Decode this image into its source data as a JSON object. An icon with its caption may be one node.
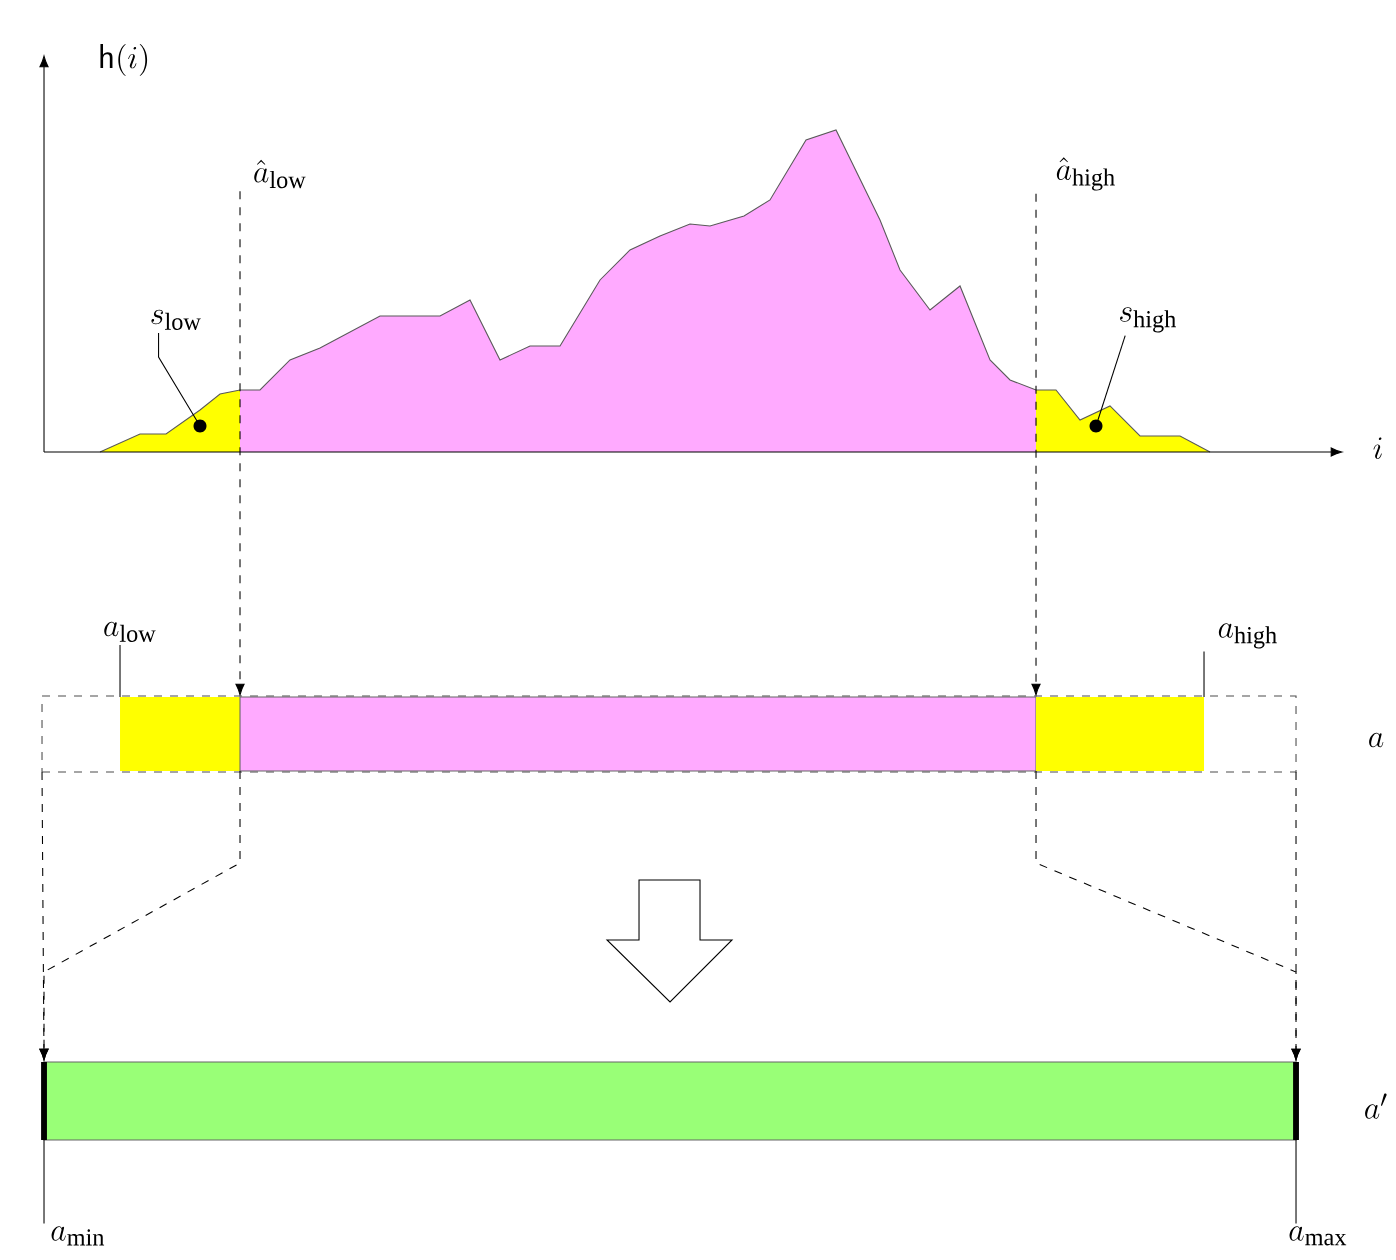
{
  "diagram": {
    "nodes": [
      {
        "text": [
          "\\hat{a}_{\\mathrm{low}}"
        ]
      },
      {
        "text": [
          "\\hat{a}_{\\mathrm{high}}"
        ]
      },
      {
        "text": [
          "s_{\\mathrm{low}}"
        ]
      },
      {
        "text": [
          "s_{\\mathrm{high}}"
        ]
      },
      {
        "text": [
          "a_{\\mathrm{low}}"
        ]
      },
      {
        "text": [
          "a_{\\mathrm{high}}"
        ]
      },
      {
        "text": [],
        "shape": "box",
        "beside": [
          "a"
        ]
      },
      {
        "text": [],
        "shape": "box",
        "in": 6
      },
      {
        "text": [],
        "shape": "box",
        "in": 6
      },
      {
        "text": [],
        "shape": "box",
        "in": 6
      },
      {
        "text": [],
        "shape": "bar",
        "beside": [
          "a'"
        ]
      },
      {
        "text": [
          "a_{\\mathrm{min}}"
        ]
      },
      {
        "text": [
          "a_{\\mathrm{max}}"
        ]
      },
      {
        "text": [],
        "shape": "circle"
      },
      {
        "text": [],
        "shape": "circle"
      }
    ],
    "edges": [
      {
        "from": 0,
        "to": 8,
        "arrow": "to",
        "style": "dashed"
      },
      {
        "from": 1,
        "to": 8,
        "arrow": "to",
        "style": "dashed"
      },
      {
        "from": 8,
        "to": 10,
        "arrow": "to",
        "style": "dashed"
      },
      {
        "from": 6,
        "to": 10,
        "arrow": "to",
        "style": "dashed"
      },
      {
        "from": 8,
        "to": 10,
        "arrow": "to",
        "style": "dashed"
      },
      {
        "from": 6,
        "to": 10,
        "arrow": "to",
        "style": "dashed"
      },
      {
        "from": 6,
        "to": 10,
        "arrow": "to"
      },
      {
        "from": 4,
        "to": 7,
        "arrow": "none"
      },
      {
        "from": 5,
        "to": 9,
        "arrow": "none"
      },
      {
        "from": 2,
        "to": 13,
        "arrow": "none"
      },
      {
        "from": 3,
        "to": 14,
        "arrow": "none"
      },
      {
        "from": 11,
        "to": 10,
        "arrow": "none"
      },
      {
        "from": 12,
        "to": 10,
        "arrow": "none"
      }
    ],
    "labels": [
      "\\mathsf{h}(i)",
      "i"
    ]
  }
}
